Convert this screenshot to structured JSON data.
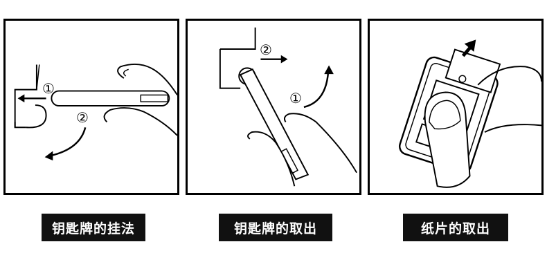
{
  "panels": [
    {
      "caption": "钥匙牌的挂法",
      "steps": [
        "①",
        "②"
      ]
    },
    {
      "caption": "钥匙牌的取出",
      "steps": [
        "②",
        "①"
      ]
    },
    {
      "caption": "纸片的取出"
    }
  ],
  "colors": {
    "ink": "#000000",
    "caption_bg": "#111111",
    "caption_text": "#ffffff"
  }
}
